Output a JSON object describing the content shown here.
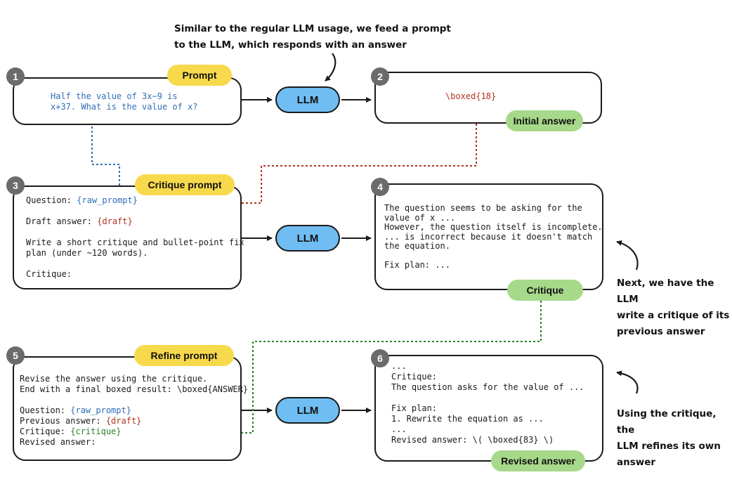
{
  "top_note": [
    "Similar to the regular LLM usage, we feed a prompt",
    "to the LLM, which responds with an answer"
  ],
  "llm_label": "LLM",
  "steps": {
    "s1": {
      "num": "1",
      "label": "Prompt",
      "lines": [
        "Half the value of 3x−9 is",
        "x+37. What is the value of x?"
      ]
    },
    "s2": {
      "num": "2",
      "label": "Initial answer",
      "text": "\\boxed{18}"
    },
    "s3": {
      "num": "3",
      "label": "Critique prompt",
      "q_prefix": "Question: ",
      "q_var": "{raw_prompt}",
      "d_prefix": "Draft answer: ",
      "d_var": "{draft}",
      "body": [
        "Write a short critique and bullet-point fix",
        "plan (under ~120 words)."
      ],
      "critique": "Critique:"
    },
    "s4": {
      "num": "4",
      "label": "Critique",
      "lines": [
        "The question seems to be asking for the",
        "value of x ...",
        "However, the question itself is incomplete.",
        "... is incorrect because it doesn't match",
        "the equation.",
        "",
        "Fix plan: ..."
      ]
    },
    "s5": {
      "num": "5",
      "label": "Refine prompt",
      "head": [
        "Revise the answer using the critique.",
        "End with a final boxed result: \\boxed{ANSWER}"
      ],
      "q_prefix": "Question: ",
      "q_var": "{raw_prompt}",
      "p_prefix": "Previous answer: ",
      "p_var": "{draft}",
      "c_prefix": "Critique: ",
      "c_var": "{critique}",
      "revised": "Revised answer:"
    },
    "s6": {
      "num": "6",
      "label": "Revised answer",
      "lines": [
        "...",
        "Critique:",
        "The question asks for the value of ...",
        "",
        "Fix plan:",
        "1. Rewrite the equation as ...",
        "...",
        "Revised answer: \\( \\boxed{83} \\)"
      ]
    }
  },
  "side_note_1": [
    "Next, we have the LLM",
    "write a critique of its",
    "previous answer"
  ],
  "side_note_2": [
    "Using the critique, the",
    "LLM refines its own",
    "answer"
  ],
  "colors": {
    "prompt_pill": "#f7d94c",
    "answer_pill": "#a6d98a",
    "llm": "#6fbdf2",
    "blue_var": "#2f6fb6",
    "red_var": "#b0321f",
    "green_var": "#2d7f2d",
    "badge": "#6b6b6b"
  }
}
